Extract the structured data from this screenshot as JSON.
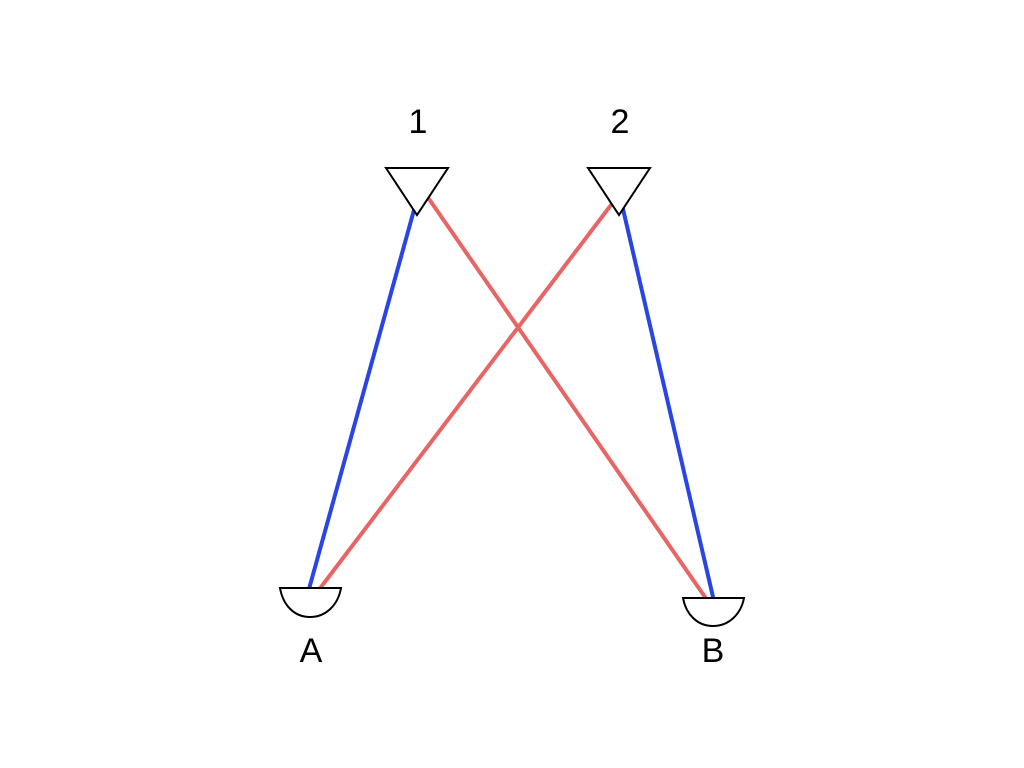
{
  "diagram": {
    "emitters": [
      {
        "id": "emitter-1",
        "label": "1"
      },
      {
        "id": "emitter-2",
        "label": "2"
      }
    ],
    "detectors": [
      {
        "id": "detector-a",
        "label": "A"
      },
      {
        "id": "detector-b",
        "label": "B"
      }
    ],
    "colors": {
      "direct_path": "#2a45e6",
      "cross_path": "#e86565",
      "outline": "#000000",
      "background": "#ffffff"
    },
    "connections": [
      {
        "from": "emitter-1",
        "to": "detector-a",
        "kind": "direct_path"
      },
      {
        "from": "emitter-1",
        "to": "detector-b",
        "kind": "cross_path"
      },
      {
        "from": "emitter-2",
        "to": "detector-a",
        "kind": "cross_path"
      },
      {
        "from": "emitter-2",
        "to": "detector-b",
        "kind": "direct_path"
      }
    ]
  }
}
